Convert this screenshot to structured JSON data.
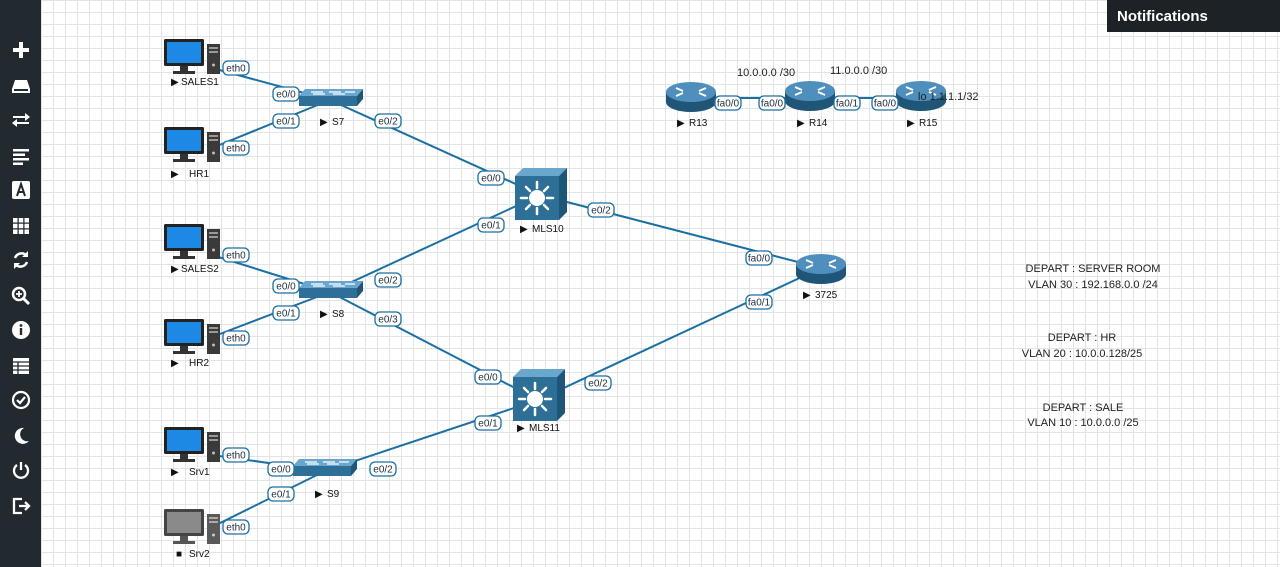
{
  "sidebar": {
    "icons": [
      "add-icon",
      "drive-icon",
      "transfer-icon",
      "list-icon",
      "text-icon",
      "grid-icon",
      "refresh-icon",
      "zoom-icon",
      "info-icon",
      "table-icon",
      "check-icon",
      "moon-icon",
      "power-icon",
      "logout-icon"
    ]
  },
  "notifications": {
    "title": "Notifications"
  },
  "nodes": {
    "sales1": "SALES1",
    "hr1": "HR1",
    "sales2": "SALES2",
    "hr2": "HR2",
    "srv1": "Srv1",
    "srv2": "Srv2",
    "s7": "S7",
    "s8": "S8",
    "s9": "S9",
    "mls10": "MLS10",
    "mls11": "MLS11",
    "r3725": "3725",
    "r13": "R13",
    "r14": "R14",
    "r15": "R15"
  },
  "ifaces": {
    "sales1_eth0": "eth0",
    "s7_e00": "e0/0",
    "hr1_eth0": "eth0",
    "s7_e01": "e0/1",
    "s7_e02": "e0/2",
    "mls10_e00": "e0/0",
    "sales2_eth0": "eth0",
    "s8_e00": "e0/0",
    "hr2_eth0": "eth0",
    "s8_e01": "e0/1",
    "s8_e02": "e0/2",
    "mls10_e01": "e0/1",
    "s8_e03": "e0/3",
    "mls11_e00": "e0/0",
    "srv1_eth0": "eth0",
    "s9_e00": "e0/0",
    "srv2_eth0": "eth0",
    "s9_e01": "e0/1",
    "s9_e02": "e0/2",
    "mls11_e01": "e0/1",
    "mls10_e02": "e0/2",
    "r3725_fa00": "fa0/0",
    "mls11_e02": "e0/2",
    "r3725_fa01": "fa0/1",
    "r13_fa00": "fa0/0",
    "r14_fa00": "fa0/0",
    "r14_fa01": "fa0/1",
    "r15_fa00": "fa0/0"
  },
  "texts": {
    "net1": "10.0.0.0 /30",
    "net2": "11.0.0.0 /30",
    "lo": "lo 1.1.1.1/32",
    "server_depart": "DEPART : SERVER ROOM",
    "server_vlan": "VLAN 30 : 192.168.0.0 /24",
    "hr_depart": "DEPART : HR",
    "hr_vlan": "VLAN 20 : 10.0.0.128/25",
    "sale_depart": "DEPART : SALE",
    "sale_vlan": "VLAN 10 : 10.0.0.0 /25"
  },
  "colors": {
    "sidebar": "#222a30",
    "link": "#1b6fa3",
    "device_blue": "#2d6f96",
    "monitor_blue": "#1e88e5",
    "stopped_grey": "#888888"
  }
}
